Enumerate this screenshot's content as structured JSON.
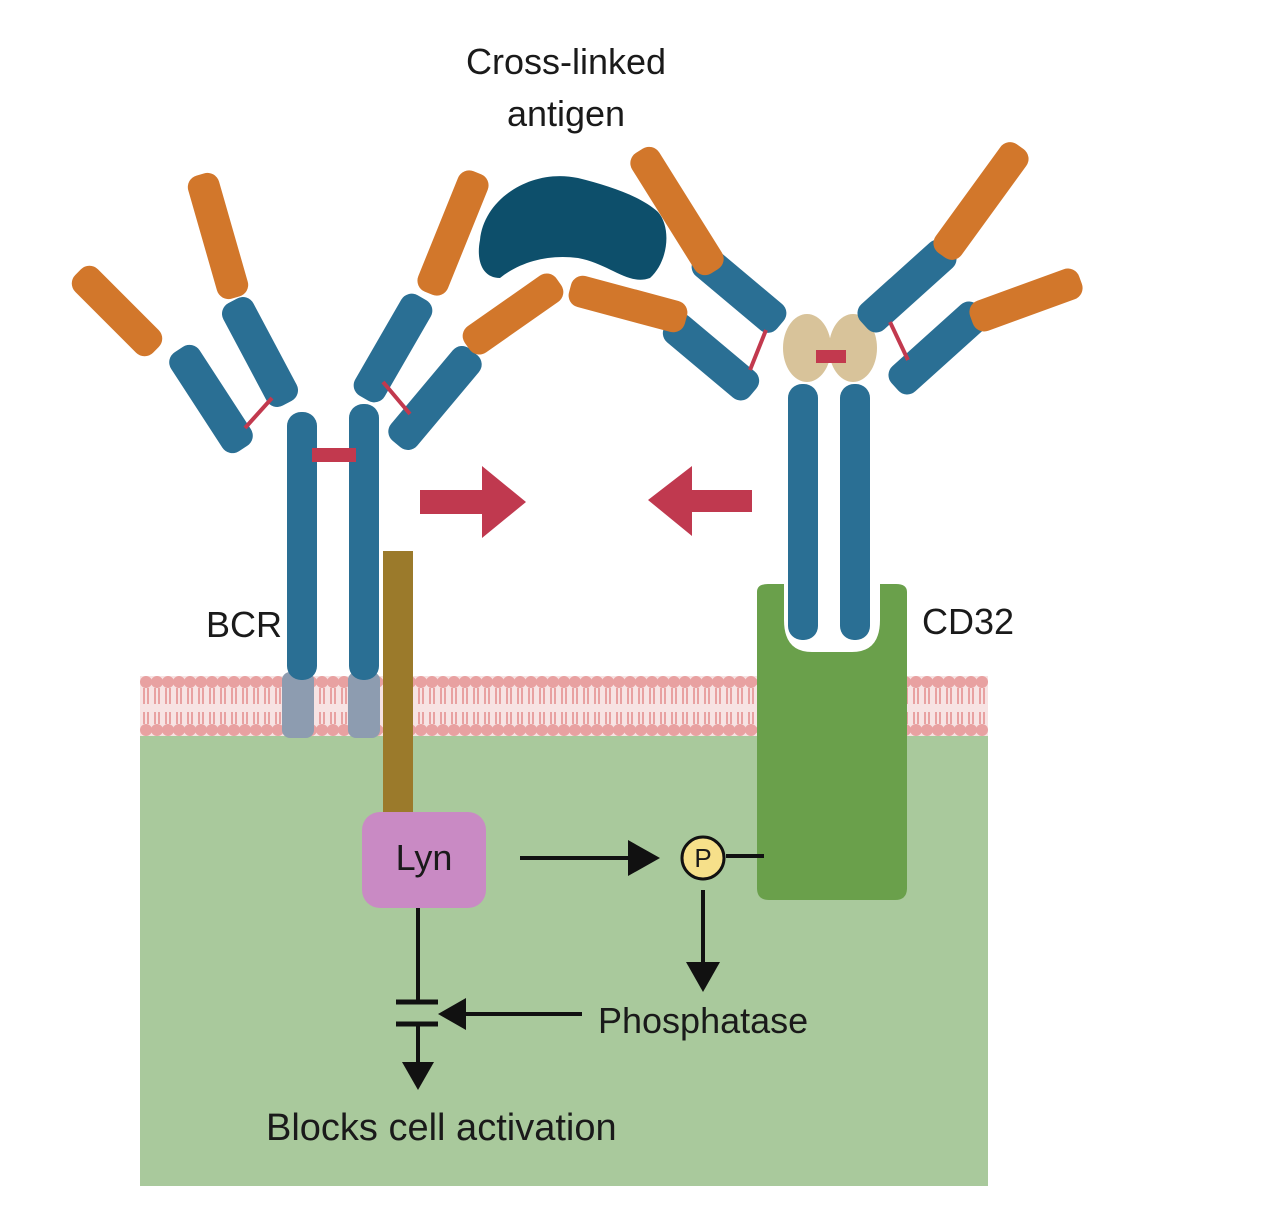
{
  "labels": {
    "antigen_line1": "Cross-linked",
    "antigen_line2": "antigen",
    "bcr": "BCR",
    "cd32": "CD32",
    "lyn": "Lyn",
    "phospho": "P",
    "phosphatase": "Phosphatase",
    "outcome": "Blocks cell activation"
  },
  "colors": {
    "heavy_chain": "#2a6f94",
    "light_chain_tip": "#d2772b",
    "antigen": "#0d4f6b",
    "disulfide": "#c2394e",
    "hinge": "#d8c39a",
    "cd32": "#6aa04b",
    "cytoplasm": "#a9c99c",
    "membrane": "#e8a1a1",
    "lyn": "#c98ac4",
    "lyn_anchor": "#9b7a2b",
    "transmembrane": "#8d9cb0",
    "arrow": "#c0394f",
    "phospho": "#f6e08a"
  }
}
